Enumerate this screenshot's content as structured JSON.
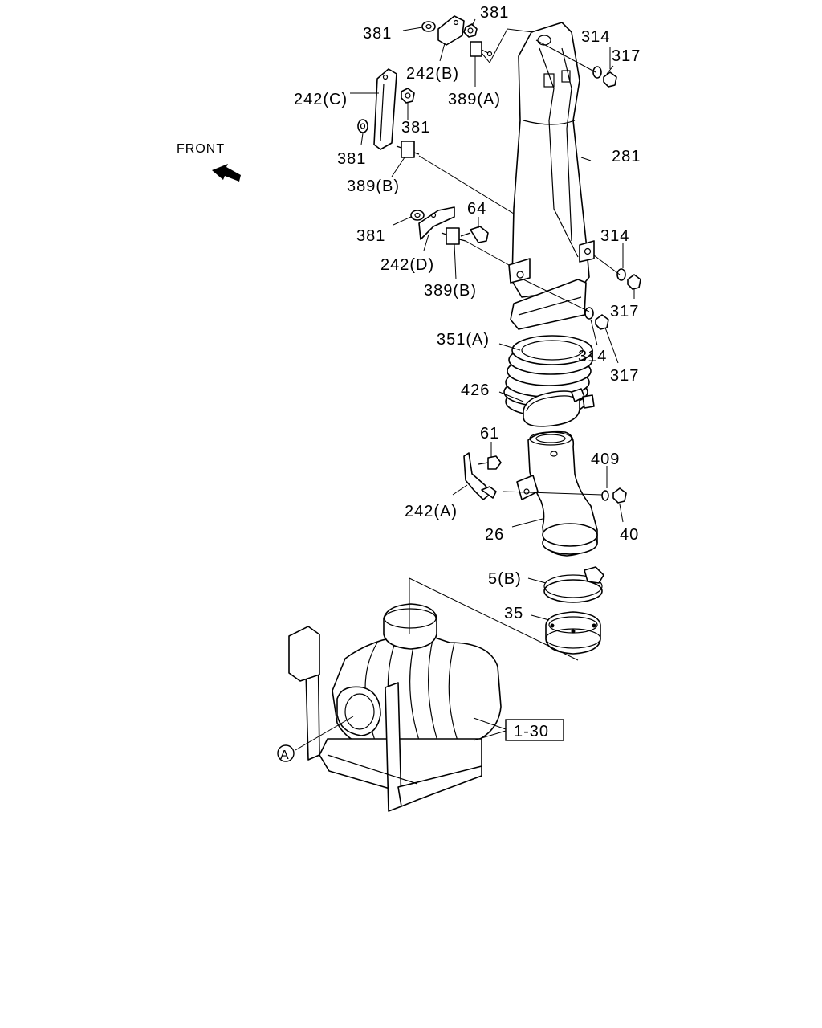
{
  "front_label": "FRONT",
  "ref_box": "1-30",
  "ref_marker": "A",
  "labels": {
    "p381_a": "381",
    "p381_b": "381",
    "p381_c": "381",
    "p381_d": "381",
    "p381_e": "381",
    "p242b": "242(B)",
    "p242c": "242(C)",
    "p242d": "242(D)",
    "p242a": "242(A)",
    "p389a": "389(A)",
    "p389b_1": "389(B)",
    "p389b_2": "389(B)",
    "p314_1": "314",
    "p314_2": "314",
    "p314_3": "314",
    "p317_1": "317",
    "p317_2": "317",
    "p317_3": "317",
    "p281": "281",
    "p64": "64",
    "p351a": "351(A)",
    "p426": "426",
    "p61": "61",
    "p409": "409",
    "p40": "40",
    "p26": "26",
    "p5b": "5(B)",
    "p35": "35"
  }
}
